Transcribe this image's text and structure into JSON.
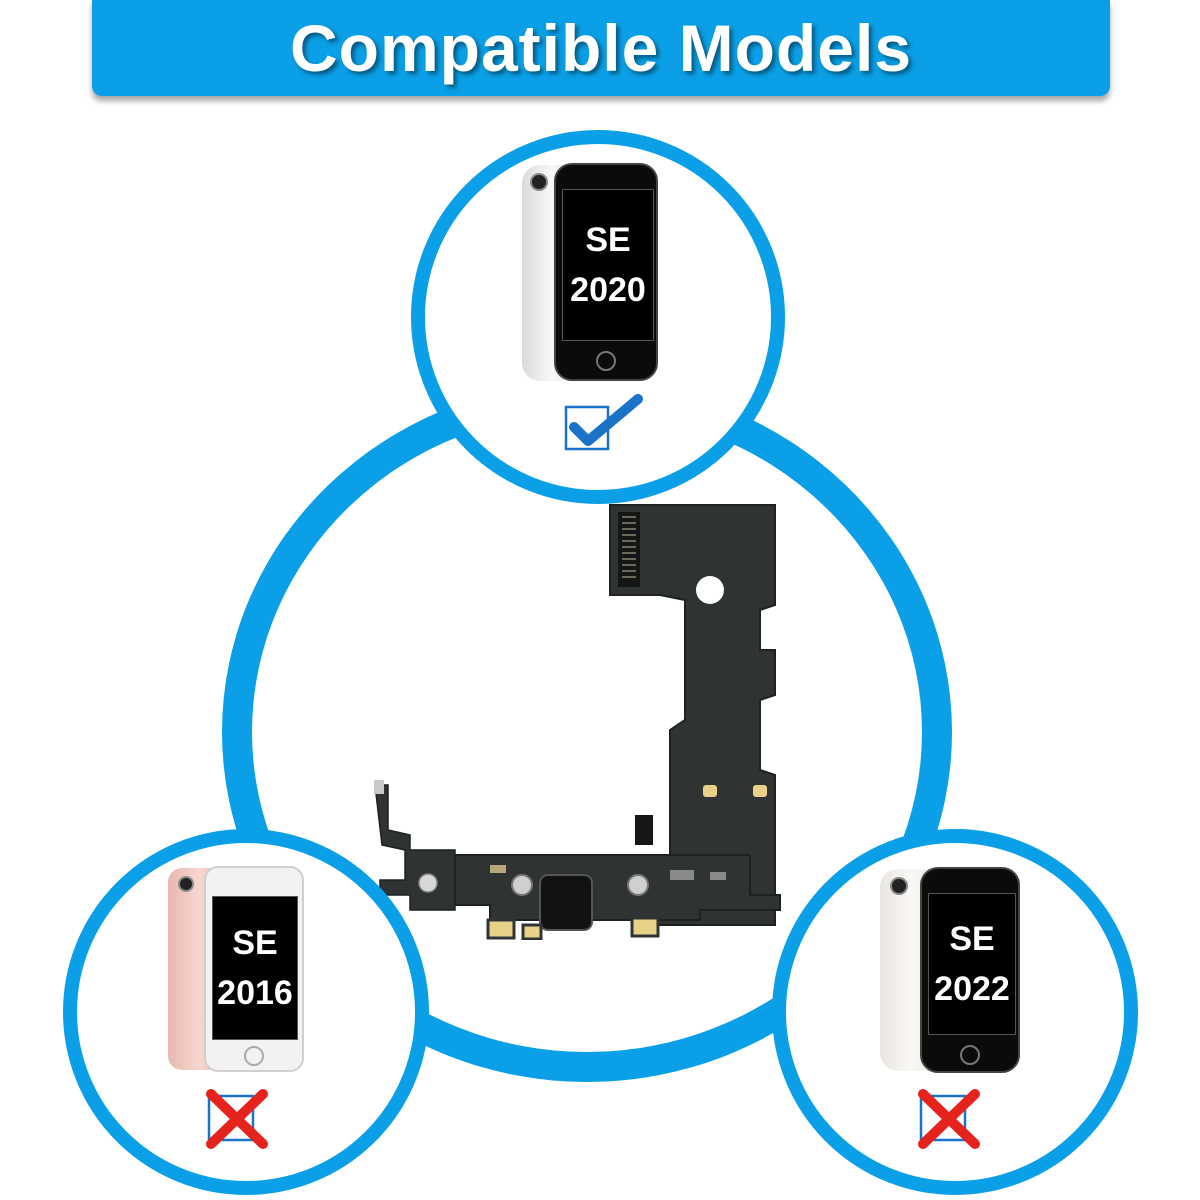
{
  "banner": {
    "title": "Compatible Models"
  },
  "models": [
    {
      "line1": "SE",
      "line2": "2020",
      "compatible": true,
      "status_icon": "check-icon"
    },
    {
      "line1": "SE",
      "line2": "2016",
      "compatible": false,
      "status_icon": "cross-icon"
    },
    {
      "line1": "SE",
      "line2": "2022",
      "compatible": false,
      "status_icon": "cross-icon"
    }
  ],
  "colors": {
    "accent": "#0a9fe6",
    "check": "#1a72c9",
    "cross": "#e5231c",
    "flex_cable": "#2f3334"
  }
}
